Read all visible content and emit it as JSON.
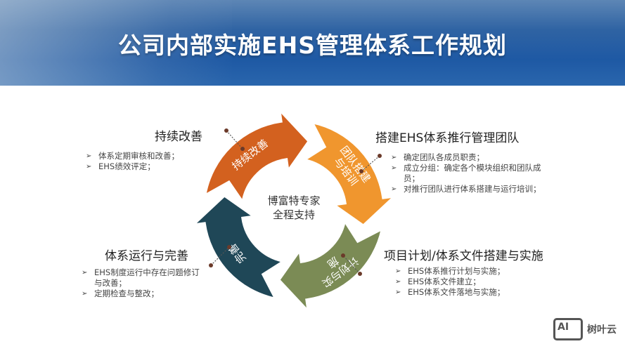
{
  "header": {
    "title": "公司内部实施EHS管理体系工作规划"
  },
  "center": {
    "line1": "博富特专家",
    "line2": "全程支持"
  },
  "cycle": [
    {
      "label": "持续改善",
      "color": "#d3611f"
    },
    {
      "label": "团队搭建与培训",
      "color": "#f0962e"
    },
    {
      "label": "计划与实施",
      "color": "#7b8b55"
    },
    {
      "label": "完善",
      "color": "#1f4757"
    }
  ],
  "sections": {
    "top_left": {
      "heading": "持续改善",
      "items": [
        "体系定期审核和改善；",
        "EHS绩效评定；"
      ]
    },
    "top_right": {
      "heading": "搭建EHS体系推行管理团队",
      "items": [
        "确定团队各成员职责；",
        "成立分组：确定各个模块组织和团队成员；",
        "对推行团队进行体系搭建与运行培训；"
      ]
    },
    "bottom_right": {
      "heading": "项目计划/体系文件搭建与实施",
      "items": [
        "EHS体系推行计划与实施；",
        "EHS体系文件建立；",
        "EHS体系文件落地与实施；"
      ]
    },
    "bottom_left": {
      "heading": "体系运行与完善",
      "items": [
        "EHS制度运行中存在问题修订与改善；",
        "定期检查与整改；"
      ]
    }
  },
  "logo": {
    "mark": "AI",
    "text": "树叶云"
  }
}
